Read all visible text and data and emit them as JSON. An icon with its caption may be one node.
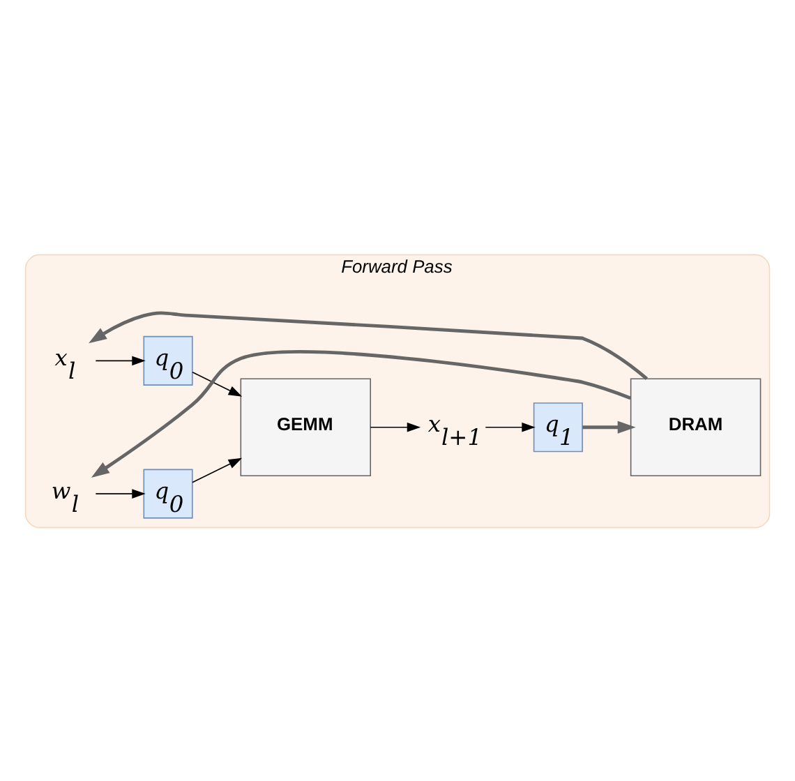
{
  "diagram": {
    "nodes": [
      {
        "text": [
          "Forward Pass"
        ]
      },
      {
        "text": [
          "x$_{l}$"
        ],
        "in": 0
      },
      {
        "text": [
          "q$_{0}$"
        ],
        "in": 0
      },
      {
        "text": [
          "GEMM"
        ],
        "in": 0
      },
      {
        "text": [
          "w$_{l}$"
        ],
        "in": 0
      },
      {
        "text": [
          "q$_{0}$"
        ],
        "in": 0
      },
      {
        "text": [
          "x$_{l+1}$"
        ],
        "in": 0
      },
      {
        "text": [
          "q$_{1}$"
        ],
        "in": 0
      },
      {
        "text": [
          "DRAM"
        ],
        "in": 0
      }
    ],
    "edges": [
      {
        "from": 1,
        "to": 2,
        "arrow": "to"
      },
      {
        "from": 2,
        "to": 3,
        "arrow": "to"
      },
      {
        "from": 4,
        "to": 5,
        "arrow": "to"
      },
      {
        "from": 5,
        "to": 3,
        "arrow": "to"
      },
      {
        "from": 3,
        "to": 6,
        "arrow": "to"
      },
      {
        "from": 6,
        "to": 7,
        "arrow": "to"
      },
      {
        "from": 7,
        "to": 8,
        "arrow": "to",
        "style": "thick",
        "color": "#666666"
      },
      {
        "from": 8,
        "to": 1,
        "arrow": "to",
        "style": "thick",
        "color": "#666666"
      },
      {
        "from": 8,
        "to": 4,
        "arrow": "to",
        "style": "thick",
        "color": "#666666"
      }
    ]
  }
}
